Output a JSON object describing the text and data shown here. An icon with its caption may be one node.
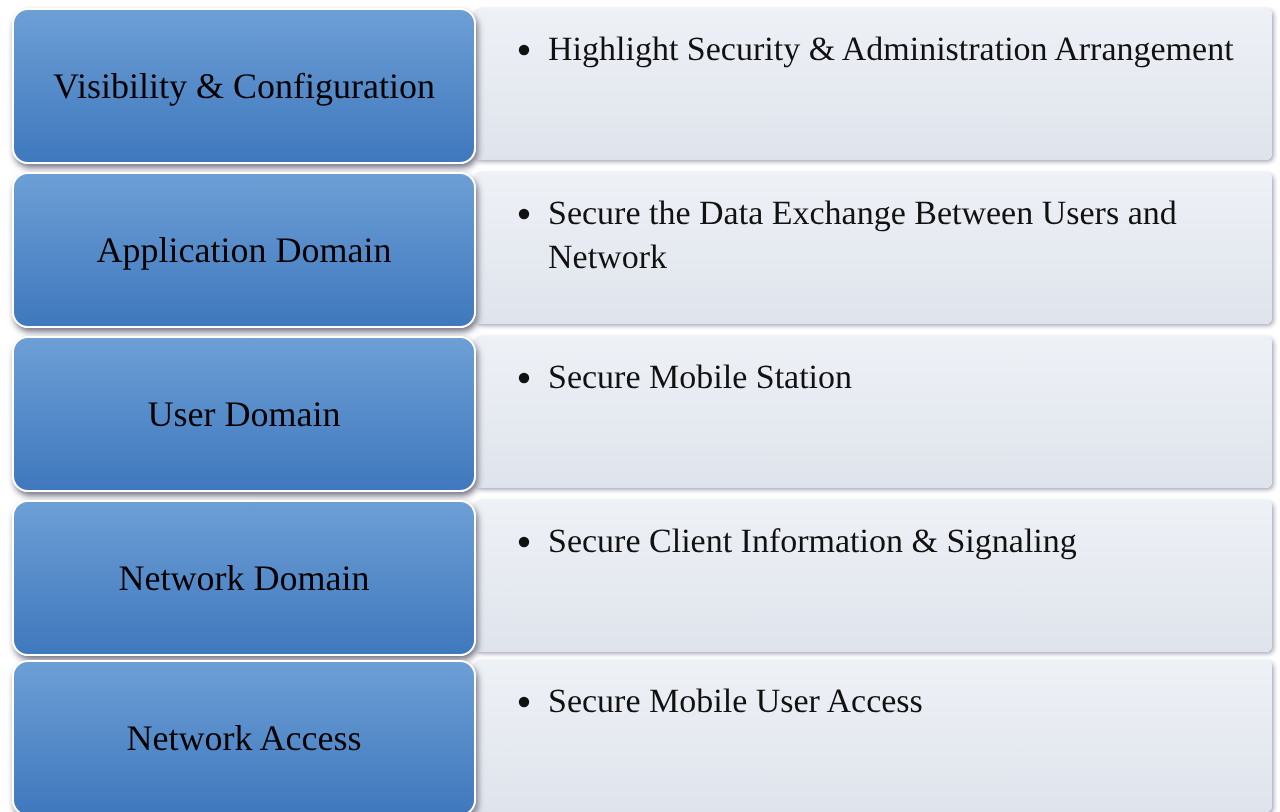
{
  "diagram": {
    "nodes": [
      {
        "text": [
          "Visibility & Configuration"
        ]
      },
      {
        "text": [
          "Highlight Security & Administration Arrangement"
        ]
      },
      {
        "text": [
          "Application Domain"
        ]
      },
      {
        "text": [
          "Secure the Data Exchange Between Users and Network"
        ]
      },
      {
        "text": [
          "User Domain"
        ]
      },
      {
        "text": [
          "Secure Mobile Station"
        ]
      },
      {
        "text": [
          "Network Domain"
        ]
      },
      {
        "text": [
          "Secure Client Information & Signaling"
        ]
      },
      {
        "text": [
          "Network Access"
        ]
      },
      {
        "text": [
          "Secure Mobile User Access"
        ]
      }
    ]
  }
}
